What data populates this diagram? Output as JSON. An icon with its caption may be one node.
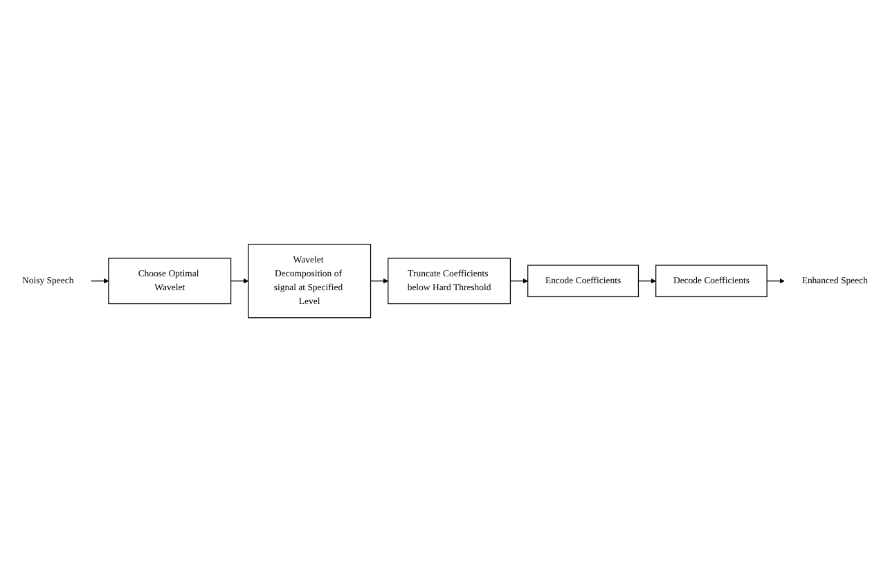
{
  "diagram": {
    "nodes": [
      {
        "text": [
          "Noisy Speech"
        ]
      },
      {
        "text": [
          "Choose Optimal Wavelet"
        ]
      },
      {
        "text": [
          "Wavelet Decomposition of signal at Specified Level"
        ]
      },
      {
        "text": [
          "Truncate Coefficients below Hard Threshold"
        ]
      },
      {
        "text": [
          "Encode Coefficients"
        ]
      },
      {
        "text": [
          "Decode Coefficients"
        ]
      },
      {
        "text": [
          "Enhanced Speech"
        ]
      }
    ],
    "edges": [
      {
        "from": 0,
        "to": 1,
        "arrow": "to"
      },
      {
        "from": 1,
        "to": 2,
        "arrow": "to"
      },
      {
        "from": 2,
        "to": 3,
        "arrow": "to"
      },
      {
        "from": 3,
        "to": 4,
        "arrow": "to"
      },
      {
        "from": 4,
        "to": 5,
        "arrow": "to"
      },
      {
        "from": 5,
        "to": 6,
        "arrow": "to"
      }
    ]
  }
}
